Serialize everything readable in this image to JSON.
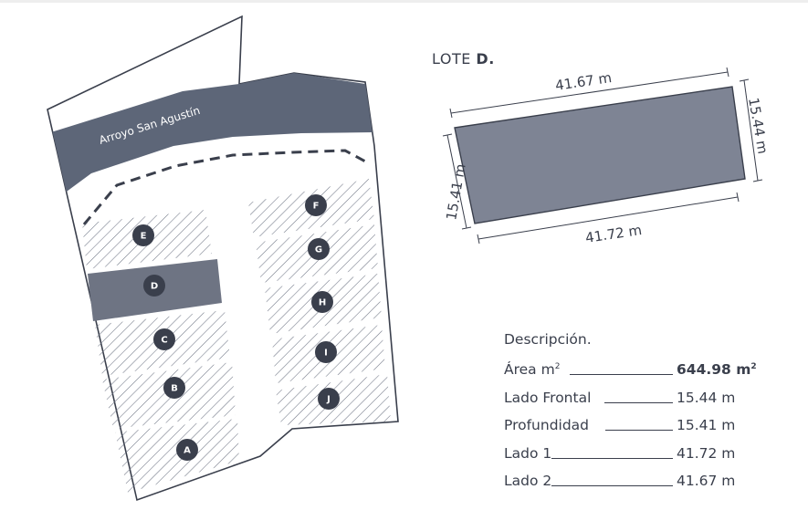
{
  "plan": {
    "river_label": "Arroyo San Agustín",
    "lots": [
      {
        "id": "A",
        "label": "A",
        "highlighted": false
      },
      {
        "id": "B",
        "label": "B",
        "highlighted": false
      },
      {
        "id": "C",
        "label": "C",
        "highlighted": false
      },
      {
        "id": "D",
        "label": "D",
        "highlighted": true
      },
      {
        "id": "E",
        "label": "E",
        "highlighted": false
      },
      {
        "id": "F",
        "label": "F",
        "highlighted": false
      },
      {
        "id": "G",
        "label": "G",
        "highlighted": false
      },
      {
        "id": "H",
        "label": "H",
        "highlighted": false
      },
      {
        "id": "I",
        "label": "I",
        "highlighted": false
      },
      {
        "id": "J",
        "label": "J",
        "highlighted": false
      }
    ]
  },
  "lot_detail": {
    "title_prefix": "LOTE",
    "title_lot": "D.",
    "dimensions": {
      "top": "41.67 m",
      "bottom": "41.72 m",
      "left": "15.41 m",
      "right": "15.44 m"
    }
  },
  "description": {
    "title": "Descripción.",
    "rows": [
      {
        "label": "Área m",
        "label_sup": "2",
        "value": "644.98 m",
        "value_sup": "2",
        "bold": true
      },
      {
        "label": "Lado Frontal",
        "value": "15.44 m",
        "bold": false
      },
      {
        "label": "Profundidad",
        "value": "15.41 m",
        "bold": false
      },
      {
        "label": "Lado 1",
        "value": "41.72 m",
        "bold": false
      },
      {
        "label": "Lado 2",
        "value": "41.67 m",
        "bold": false
      }
    ]
  },
  "colors": {
    "ink": "#3a3f4c",
    "river": "#5d6678",
    "hatch": "#6f7585",
    "lot_fill_highlight": "#6e7483",
    "lot_detail_fill": "#7e8494",
    "marker": "#3a3f4c"
  }
}
